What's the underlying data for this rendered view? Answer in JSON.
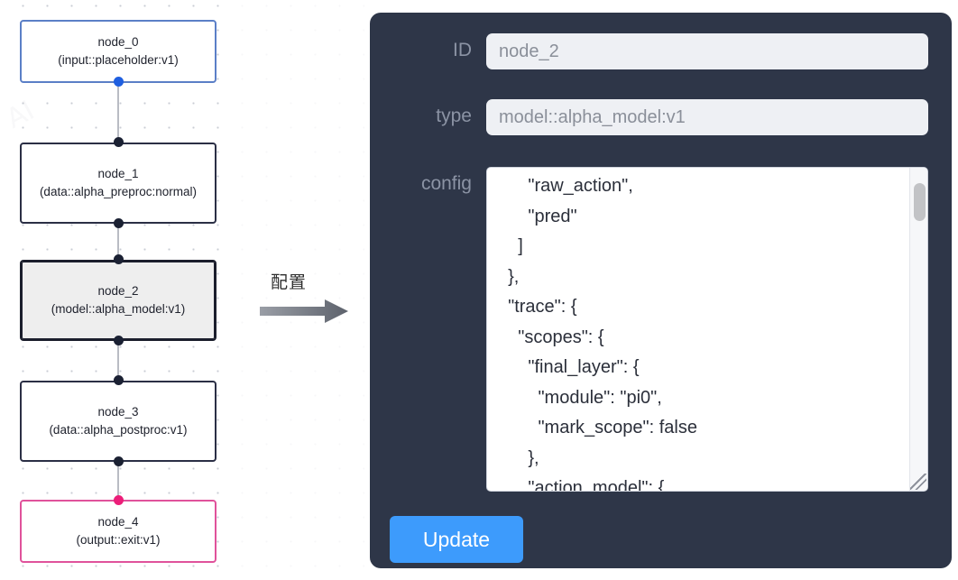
{
  "graph": {
    "name": "pipeline-graph-canvas",
    "nodes": [
      {
        "id": "node_0",
        "title": "node_0",
        "subtitle": "(input::placeholder:v1)",
        "role": "input",
        "selected": false
      },
      {
        "id": "node_1",
        "title": "node_1",
        "subtitle": "(data::alpha_preproc:normal)",
        "role": "default",
        "selected": false
      },
      {
        "id": "node_2",
        "title": "node_2",
        "subtitle": "(model::alpha_model:v1)",
        "role": "model",
        "selected": true
      },
      {
        "id": "node_3",
        "title": "node_3",
        "subtitle": "(data::alpha_postproc:v1)",
        "role": "default",
        "selected": false
      },
      {
        "id": "node_4",
        "title": "node_4",
        "subtitle": "(output::exit:v1)",
        "role": "output",
        "selected": false
      }
    ],
    "edges": [
      {
        "from": "node_0",
        "to": "node_1"
      },
      {
        "from": "node_1",
        "to": "node_2"
      },
      {
        "from": "node_2",
        "to": "node_3"
      },
      {
        "from": "node_3",
        "to": "node_4"
      }
    ],
    "colors": {
      "input_border": "#5b7fc7",
      "output_border": "#e0529b",
      "default_border": "#2b2f45",
      "selected_fill": "#eeeeee",
      "edge_line": "#b9bcc4",
      "port_default": "#1b2133",
      "port_input": "#1f5fe0",
      "port_output": "#ec1e79"
    }
  },
  "transition": {
    "label": "配置",
    "arrow": "right-arrow"
  },
  "panel": {
    "background": "#2e3648",
    "fields": [
      {
        "label": "ID",
        "value": "node_2"
      },
      {
        "label": "type",
        "value": "model::alpha_model:v1"
      },
      {
        "label": "config",
        "value": ""
      }
    ],
    "id_label": "ID",
    "id_value": "node_2",
    "type_label": "type",
    "type_value": "model::alpha_model:v1",
    "config_label": "config",
    "config_value": "      \"raw_action\",\n      \"pred\"\n    ]\n  },\n  \"trace\": {\n    \"scopes\": {\n      \"final_layer\": {\n        \"module\": \"pi0\",\n        \"mark_scope\": false\n      },\n      \"action_model\": {",
    "scrollbar": "vertical-scrollbar",
    "resize_handle": "textarea-resize-handle",
    "update_label": "Update",
    "update_color": "#3d9bfc"
  }
}
